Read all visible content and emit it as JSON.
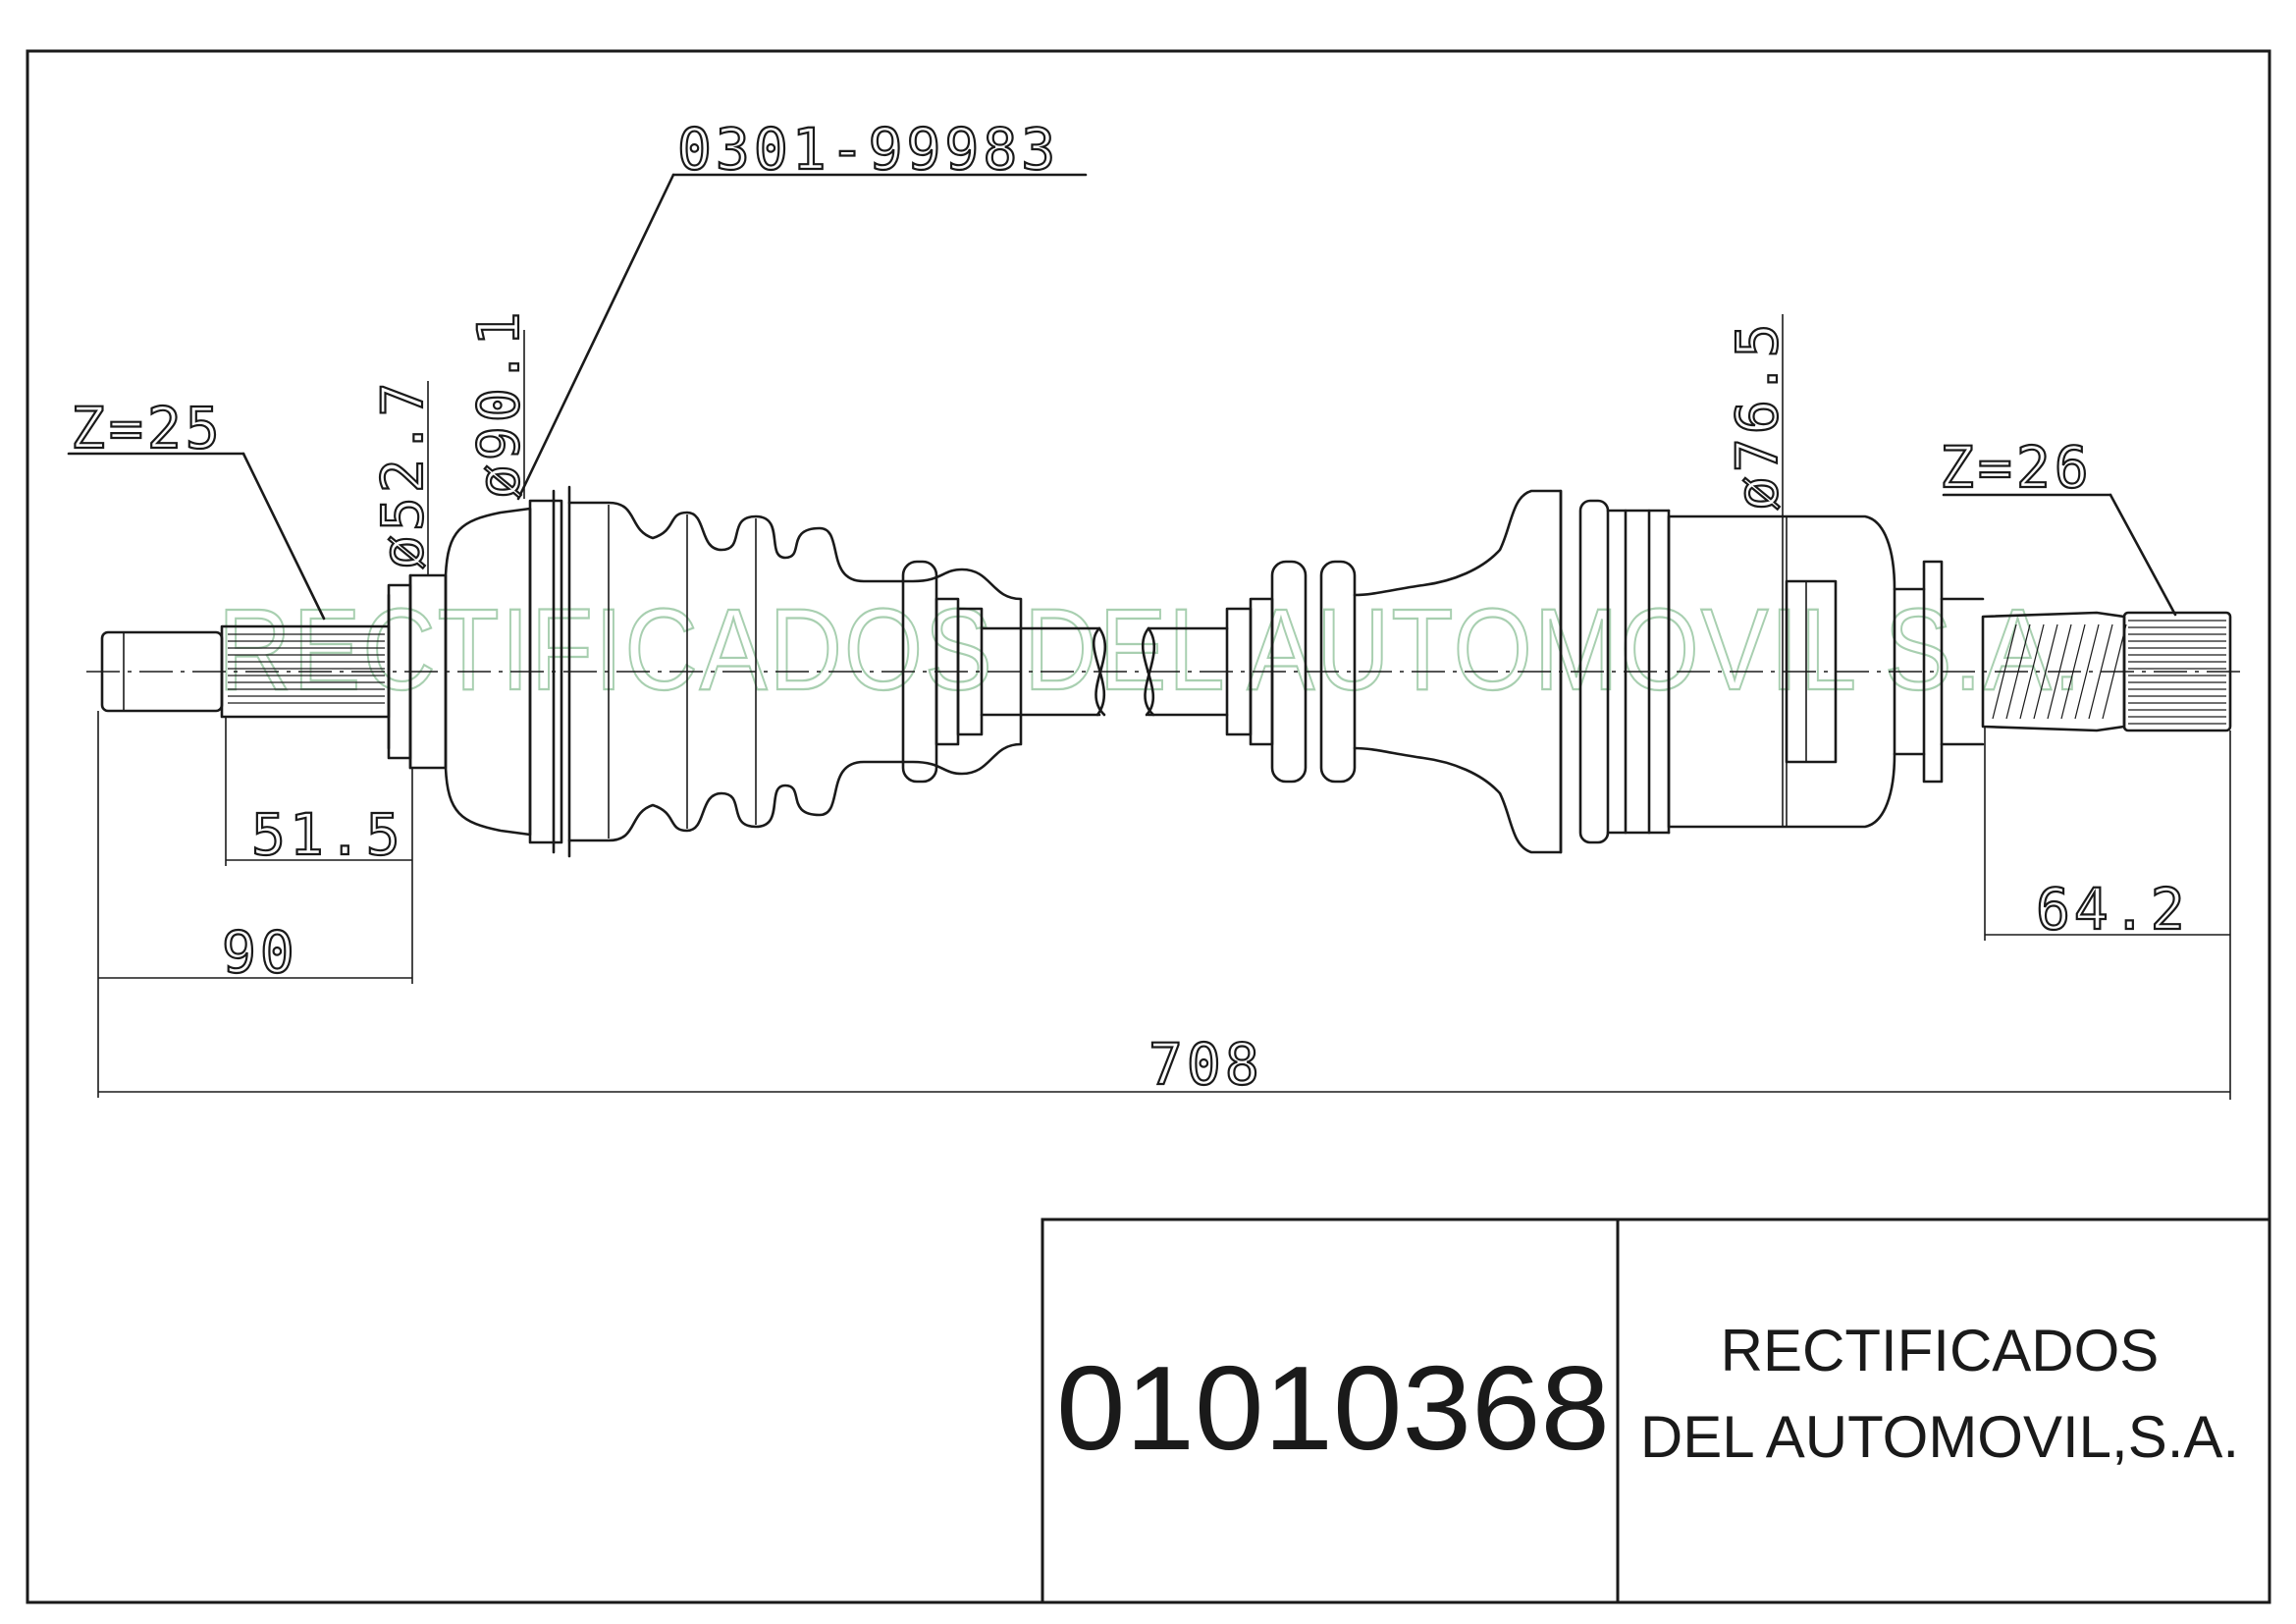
{
  "part_label": "0301-99983",
  "spline_left": "Z=25",
  "spline_right": "Z=26",
  "diameters": {
    "left_shaft": "ø52.7",
    "left_joint": "ø90.1",
    "right_joint": "ø76.5"
  },
  "dimensions": {
    "left_spline_length": "51.5",
    "left_stub_length": "90",
    "right_stub_length": "64.2",
    "overall_length": "708"
  },
  "watermark": "RECTIFICADOS DEL AUTOMOVIL S.A.",
  "title_block": {
    "reference": "01010368",
    "company_line1": "RECTIFICADOS",
    "company_line2": "DEL AUTOMOVIL,S.A."
  }
}
